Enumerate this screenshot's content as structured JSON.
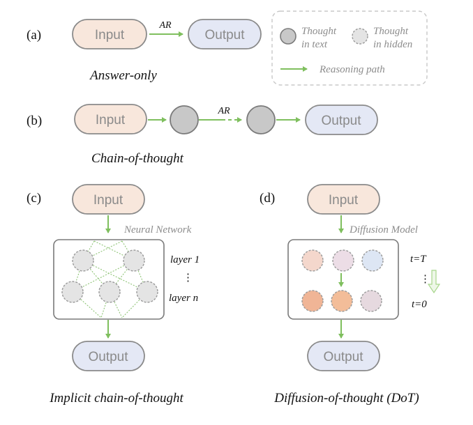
{
  "colors": {
    "input_fill": "#f8e7dc",
    "output_fill": "#e4e8f5",
    "box_stroke": "#8a8a8a",
    "arrow": "#7fbf5e",
    "node_text_fill": "#c8c8c8",
    "node_hidden_fill": "#e4e4e4",
    "gray_text": "#8c8c8c",
    "legend_border": "#c8c8c8",
    "dot_colors_top": [
      "#f4d7cc",
      "#ecdde6",
      "#dde6f4"
    ],
    "dot_colors_bottom": [
      "#f0b596",
      "#f3bd99",
      "#e6d9df"
    ]
  },
  "legend": {
    "thought_in_text_line1": "Thought",
    "thought_in_text_line2": "in text",
    "thought_in_hidden_line1": "Thought",
    "thought_in_hidden_line2": "in hidden",
    "reasoning_path": "Reasoning path"
  },
  "panel_a": {
    "label": "(a)",
    "input": "Input",
    "output": "Output",
    "arrow_label": "AR",
    "caption": "Answer-only"
  },
  "panel_b": {
    "label": "(b)",
    "input": "Input",
    "output": "Output",
    "arrow_label": "AR",
    "caption": "Chain-of-thought"
  },
  "panel_c": {
    "label": "(c)",
    "input": "Input",
    "output": "Output",
    "network_label": "Neural Network",
    "layer_1": "layer 1",
    "ellipsis": "⋮",
    "layer_n": "layer n",
    "caption": "Implicit chain-of-thought"
  },
  "panel_d": {
    "label": "(d)",
    "input": "Input",
    "output": "Output",
    "model_label": "Diffusion Model",
    "t_top": "t=T",
    "ellipsis": "⋮",
    "t_bottom": "t=0",
    "caption": "Diffusion-of-thought (DoT)"
  }
}
